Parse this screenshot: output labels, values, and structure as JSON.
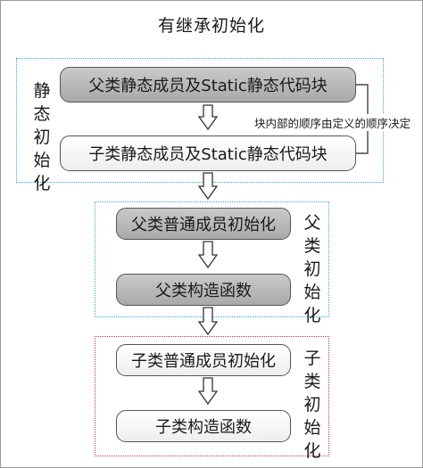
{
  "title": "有继承初始化",
  "groups": {
    "static_label": "静态初始化",
    "parent_label": "父类初始化",
    "child_label": "子类初始化"
  },
  "boxes": {
    "parent_static": "父类静态成员及Static静态代码块",
    "child_static": "子类静态成员及Static静态代码块",
    "parent_member": "父类普通成员初始化",
    "parent_ctor": "父类构造函数",
    "child_member": "子类普通成员初始化",
    "child_ctor": "子类构造函数"
  },
  "annotation": "块内部的顺序由定义的顺序决定",
  "colors": {
    "blue_dotted": "#31a9d6",
    "red_dotted": "#c8393f",
    "dark_box": "#b5b5b5",
    "light_box": "#f3f3f3"
  }
}
